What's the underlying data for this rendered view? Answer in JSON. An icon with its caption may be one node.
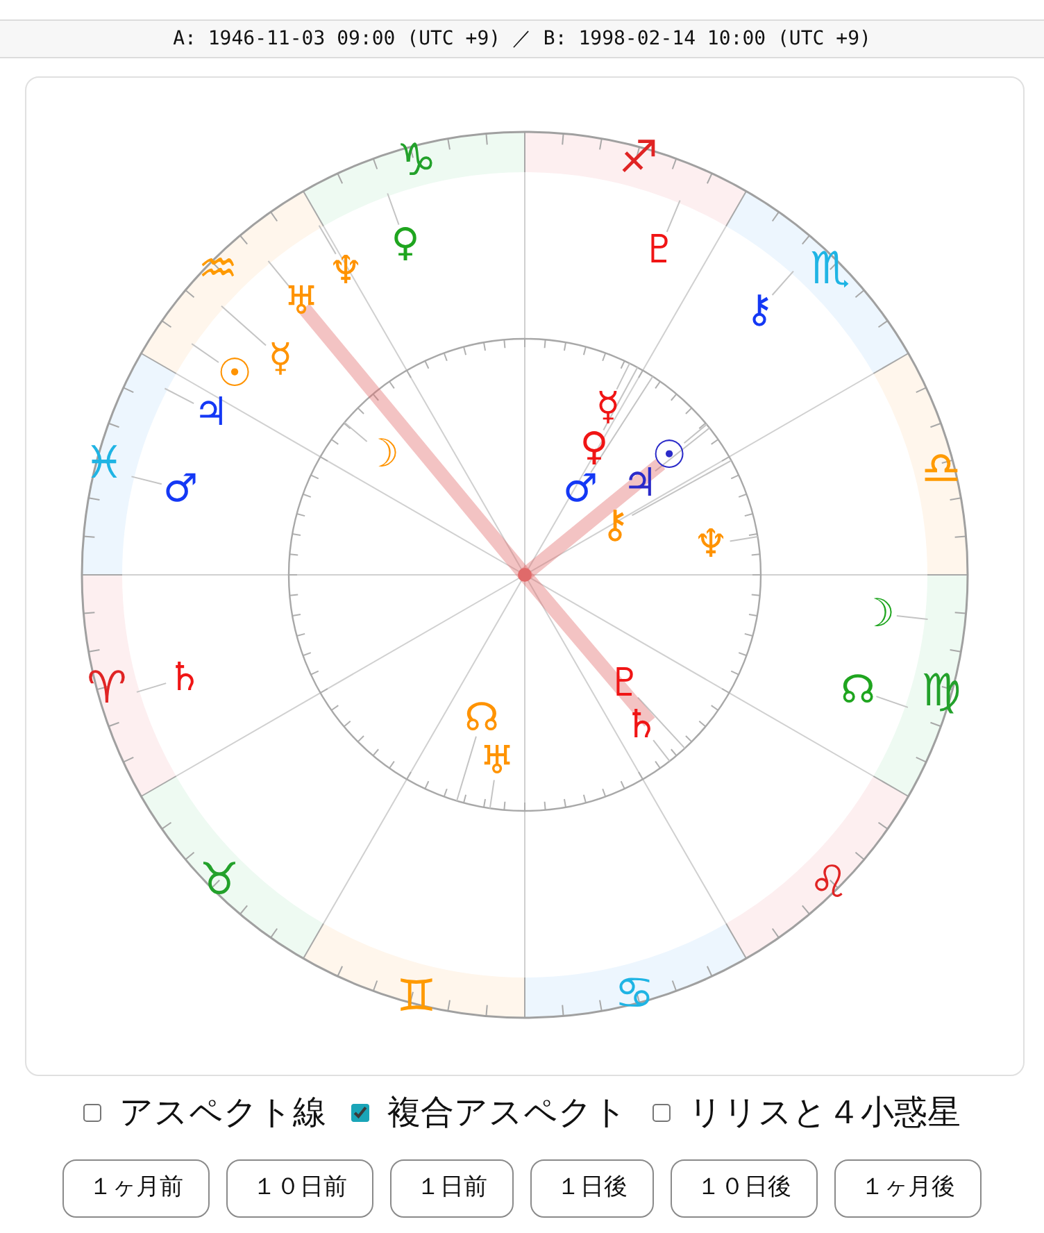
{
  "diagram": {
    "labels": [
      "A: 1946-11-03 09:00 (UTC +9) ／ B: 1998-02-14 10:00 (UTC +9)",
      "♑",
      "♐",
      "♀",
      "♇",
      "♒",
      "♏",
      "♆",
      "♅",
      "⚷",
      "☿",
      "☉",
      "☿",
      "♃",
      "♀",
      "☽",
      "☉",
      "♓",
      "♎",
      "♃",
      "♂",
      "♂",
      "⚷",
      "♆",
      "☽",
      "♄",
      "♇",
      "♈",
      "☊",
      "♍",
      "☊",
      "♄",
      "♅",
      "♉",
      "♌",
      "♊",
      "♋",
      "アスペクト線",
      "複合アスペクト",
      "リリスと４小惑星",
      "１ヶ月前",
      "１０日前",
      "１日前",
      "１日後",
      "１０日後",
      "１ヶ月後"
    ]
  }
}
